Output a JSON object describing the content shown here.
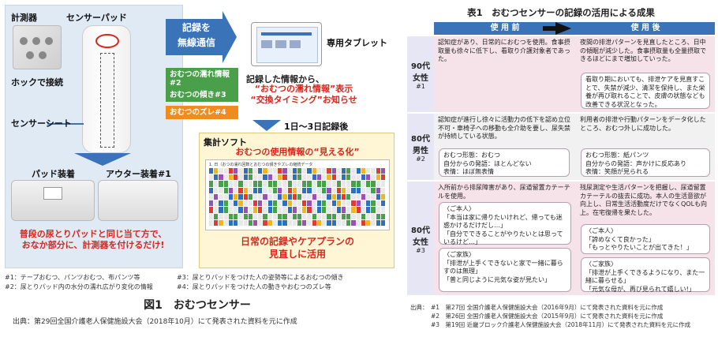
{
  "figure1": {
    "label_meter": "計測器",
    "label_sensor_pad": "センサーパッド",
    "label_hook": "ホックで接続",
    "label_sensor_sheet": "センサーシート",
    "label_pad_wear": "パッド装着",
    "label_outer_wear": "アウター装着#1",
    "red_message_1": "普段の尿とりパッドと同じ当て方で、",
    "red_message_2": "おなか部分に、計測器を付けるだけ!",
    "wireless_1": "記録を",
    "wireless_2": "無線通信",
    "tablet_label": "専用タブレット",
    "recorded_info": "記録した情報から、",
    "wet_info_quote": "“おむつの濡れ情報”表示",
    "exchange_timing": "“交換タイミング”お知らせ",
    "tag_wet": "おむつの濡れ情報#2",
    "tag_tilt": "おむつの傾き#3",
    "tag_shift": "おむつのズレ#4",
    "days_record": "1日〜3日記録後",
    "software_title": "集計ソフト",
    "visualize": "おむつの使用情報の“見える化”",
    "chart_title": "1. 日（おつの濡れ回数とおむつの傾きやズレの継続データ",
    "review_1": "日常の記録やケアプランの",
    "review_2": "見直しに活用",
    "note1": "#1：テープおむつ、パンツおむつ、布パンツ等",
    "note2": "#2：尿とりパッド内の水分の濡れ広がり変化の情報",
    "note3": "#3：尿とりパッドをつけた人の姿勢等によるおむつの傾き",
    "note4": "#4：尿とりパッドをつけた人の動きやおむつのズレ等",
    "caption": "図1　おむつセンサー",
    "source": "出典：第29回全国介護老人保健施設大会（2018年10月）にて発表された資料を元に作成",
    "colors": {
      "blue": "#3a73b8",
      "green": "#4aa04a",
      "orange": "#f08c1e",
      "red": "#d8261c"
    }
  },
  "table1": {
    "title": "表1　おむつセンサーの記録の活用による成果",
    "col_before": "使 用 前",
    "col_after": "使 用 後",
    "rows": [
      {
        "head1": "90代",
        "head2": "女性",
        "head3": "#1",
        "before": "認知症があり、日常的におむつを使用。食事摂取量も徐々に低下し、看取り介護対象者であった。",
        "after": "夜間の排泄パターンを見直したところ、日中の傾眠が減少した。食事摂取量も全量摂取できるほどにまで増加していった。",
        "after_box": "看取り期においても、排泄ケアを見直すことで、失禁が減少、清潔を保持し、また栄養が再び取れることで、皮膚の状態なども改善できる状況となった。"
      },
      {
        "head1": "80代",
        "head2": "男性",
        "head3": "#2",
        "before": "認知症が進行し徐々に活動力の低下を認め立位不可・車椅子への移動も全介助を要し、尿失禁が持続している状態。",
        "before_box": "おむつ形態：おむつ\n自分からの発語：ほとんどない\n表情：ほぼ無表情",
        "after": "利用者の排泄や行動パターンをデータ化したところ、おむつ外しに成功した。",
        "after_box": "おむつ形態：紙パンツ\n自分からの発語：声かけに反応あり\n表情：笑顔が見られる"
      },
      {
        "head1": "80代",
        "head2": "女性",
        "head3": "#3",
        "before": "入所前から排尿障害があり、尿道留置カテーテルを使用。",
        "before_box1": "〈ご本人〉\n「本当は家に帰りたいけれど、帰っても迷惑かけるだけだし…」\n「自分でできることがやりたいとは思っているけど…」",
        "before_box2": "〈ご家族〉\n「排泄が上手くできないと家で一緒に暮らすのは無理」\n「普と同じように元気な姿が見たい」",
        "after": "残尿測定や生活パターンを把握し、尿道留置カテーテルの抜去に成功。本人の生活意欲が向上し、日常生活活動度だけでなくQOLも向上。在宅復帰を果たした。",
        "after_box1": "〈ご本人〉\n「諦めなくて良かった」\n「もっとやりたいことが出てきた！」",
        "after_box2": "〈ご家族〉\n「排泄が上手くできるようになり、また一緒に暮らせる」\n「元気な母が、再び見られて嬉しい!」"
      }
    ],
    "source_label": "出典：",
    "source1": "#1　第27回 全国介護老人保健施設大会（2016年9月）にて発表された資料を元に作成",
    "source2": "#2　第26回 全国介護老人保健施設大会（2015年9月）にて発表された資料を元に作成",
    "source3": "#3　第19回 近畿ブロック介護老人保健施設大会（2018年11月）にて発表された資料を元に作成"
  }
}
